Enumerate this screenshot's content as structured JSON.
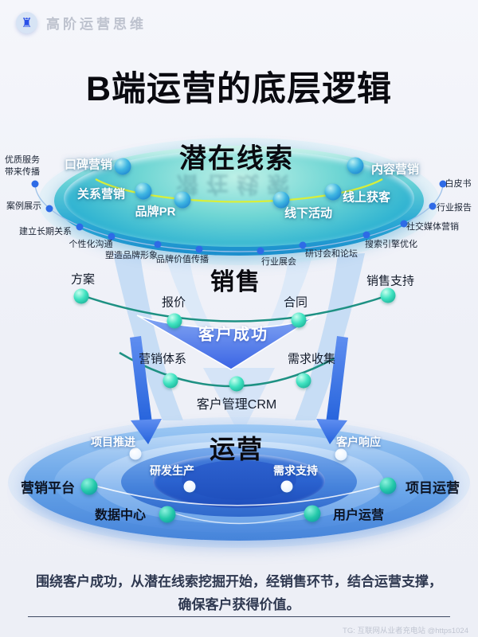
{
  "header": {
    "brand": "高阶运营思维",
    "logo_icon": "rook"
  },
  "title": "B端运营的底层逻辑",
  "colors": {
    "accent_blue": "#2e6be6",
    "teal_arc": "#1e9183",
    "yellow_arc": "#d8ef3a",
    "disc_teal": "#2aa8d4",
    "disc_deep_blue": "#1d4cba",
    "arrow_blue": "#3a64e4"
  },
  "leads": {
    "title": "潜在线索",
    "ring_labels": [
      "口碑营销",
      "关系营销",
      "品牌PR",
      "内容营销",
      "线上获客",
      "线下活动"
    ],
    "outer_labels": [
      "优质服务带来传播",
      "案例展示",
      "建立长期关系",
      "个性化沟通",
      "塑造品牌形象",
      "品牌价值传播",
      "行业展会",
      "研讨会和论坛",
      "搜索引擎优化",
      "社交媒体营销",
      "行业报告",
      "白皮书"
    ]
  },
  "sales": {
    "title": "销售",
    "labels": [
      "方案",
      "报价",
      "合同",
      "销售支持"
    ]
  },
  "customer_success": {
    "title": "客户成功",
    "labels": [
      "营销体系",
      "需求收集",
      "客户管理CRM"
    ]
  },
  "operations": {
    "title": "运营",
    "inner_labels": [
      "项目推进",
      "客户响应",
      "研发生产",
      "需求支持"
    ],
    "outer_labels": [
      "营销平台",
      "项目运营",
      "数据中心",
      "用户运营"
    ]
  },
  "footer": {
    "summary_line1": "围绕客户成功，从潜在线索挖掘开始，经销售环节，结合运营支撑，",
    "summary_line2": "确保客户获得价值。",
    "watermark": "TG: 互联网从业者充电站 @https1024"
  }
}
